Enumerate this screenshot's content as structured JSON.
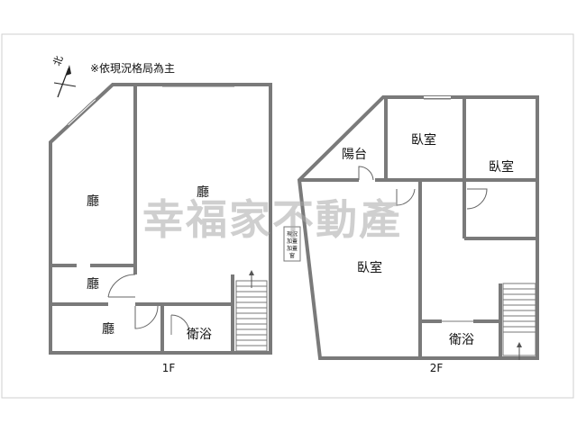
{
  "note": "※依現況格局為主",
  "compass": {
    "label": "北"
  },
  "watermark": "幸福家不動產",
  "floors": [
    {
      "label": "1F",
      "rooms": [
        "廳",
        "廳",
        "廳",
        "廳",
        "衛浴"
      ]
    },
    {
      "label": "2F",
      "rooms": [
        "陽台",
        "臥室",
        "臥室",
        "臥室",
        "衛浴"
      ],
      "annotation": [
        "現況",
        "加蓋",
        "加蓋",
        "窗"
      ]
    }
  ]
}
